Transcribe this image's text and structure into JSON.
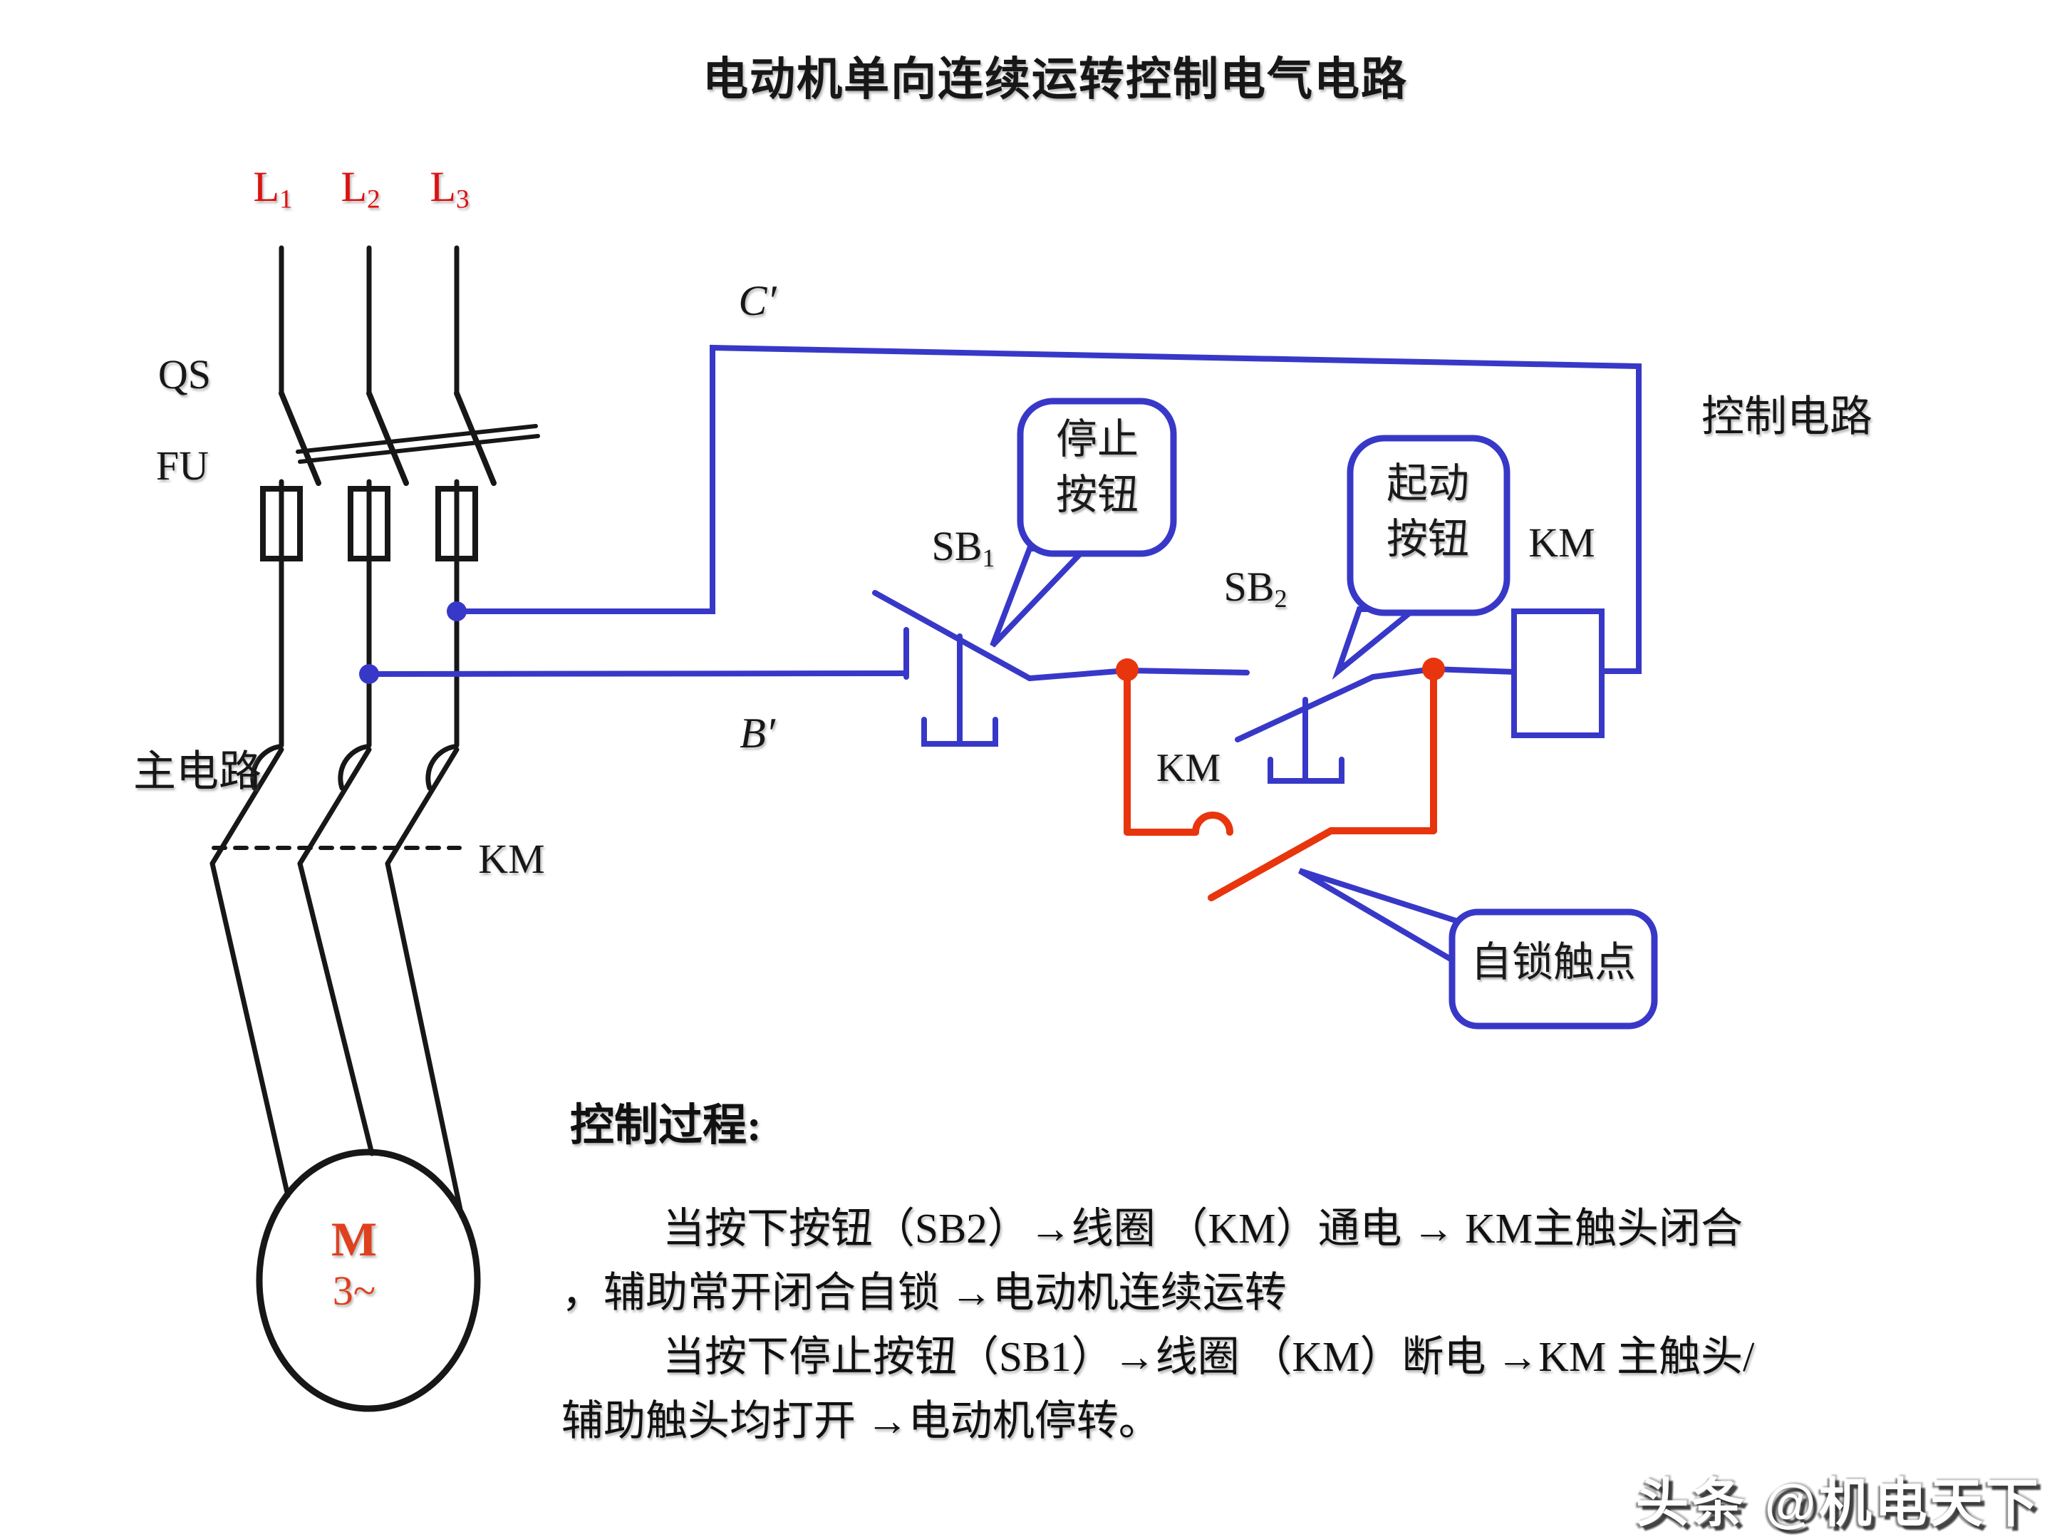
{
  "title": "电动机单向连续运转控制电气电路",
  "colors": {
    "wire_blue": "#3838c8",
    "wire_red": "#e8350e",
    "line_black": "#171717",
    "phase_label_red": "#dd1111",
    "motor_red": "#df401d"
  },
  "main_circuit": {
    "section_label": "主电路",
    "phases": [
      {
        "base": "L",
        "sub": "1"
      },
      {
        "base": "L",
        "sub": "2"
      },
      {
        "base": "L",
        "sub": "3"
      }
    ],
    "knife_switch_label": "QS",
    "fuse_label": "FU",
    "contactor_main_label": "KM",
    "motor": {
      "letter": "M",
      "phase_mark": "3~"
    }
  },
  "control_circuit": {
    "section_label": "控制电路",
    "node_top": "C′",
    "node_bottom": "B′",
    "stop_button": {
      "base": "SB",
      "sub": "1"
    },
    "start_button": {
      "base": "SB",
      "sub": "2"
    },
    "aux_contact_label": "KM",
    "coil_label": "KM",
    "callouts": {
      "stop": [
        "停止",
        "按钮"
      ],
      "start": [
        "起动",
        "按钮"
      ],
      "selflock": "自锁触点"
    }
  },
  "process": {
    "heading": "控制过程:",
    "lines": [
      "当按下按钮（SB2）→线圈 （KM）通电 → KM主触头闭合",
      "，辅助常开闭合自锁 →电动机连续运转",
      "当按下停止按钮（SB1）→线圈 （KM）断电 →KM 主触头/",
      "辅助触头均打开 →电动机停转。"
    ]
  },
  "watermark": "头条 @机电天下"
}
